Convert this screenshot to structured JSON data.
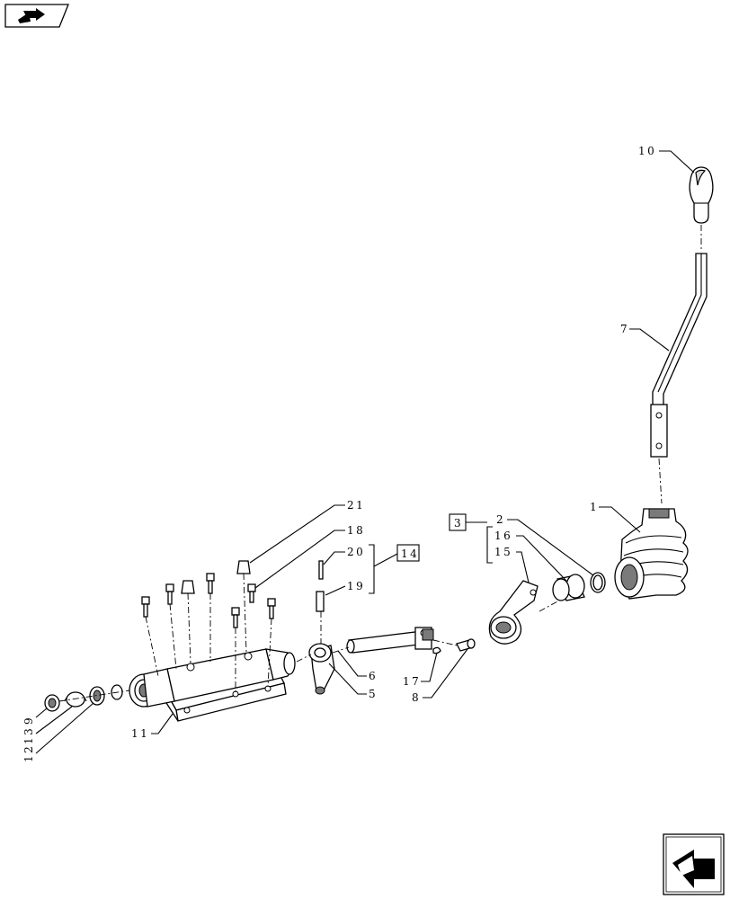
{
  "callouts": {
    "c1": "1",
    "c2": "2",
    "c3": "3",
    "c5": "5",
    "c6": "6",
    "c7": "7",
    "c8": "8",
    "c9": "9",
    "c10": "10",
    "c11": "11",
    "c12": "12",
    "c13": "13",
    "c14": "14",
    "c15": "15",
    "c16": "16",
    "c17": "17",
    "c18": "18",
    "c19": "19",
    "c20": "20",
    "c21": "21"
  },
  "icons": {
    "top_left": "book-arrow-icon",
    "bottom_right": "navigation-arrow-icon"
  }
}
